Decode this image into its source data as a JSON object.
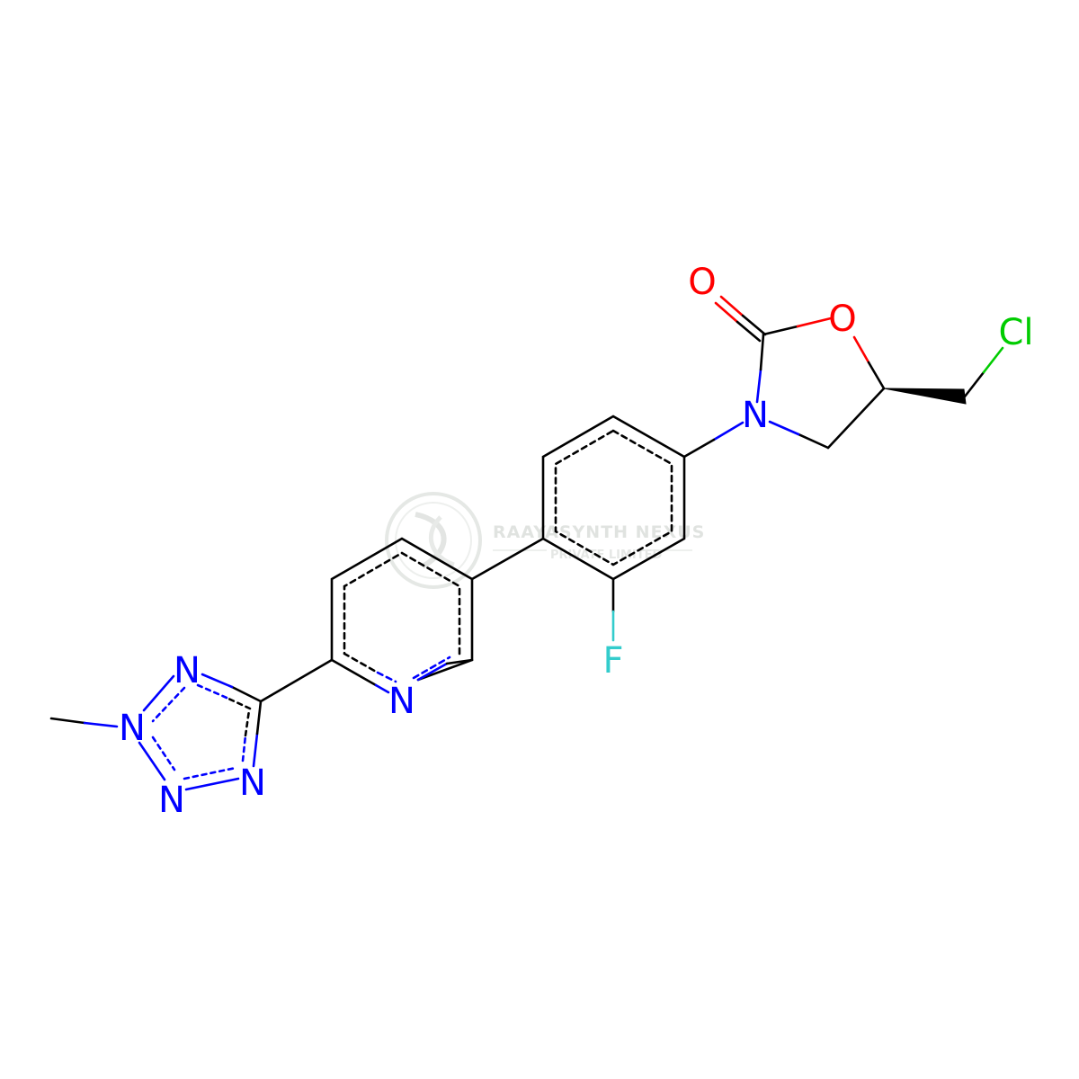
{
  "molecule": {
    "atoms": {
      "carbonyl_O": "O",
      "ring_O": "O",
      "ring_N": "N",
      "Cl": "Cl",
      "F": "F",
      "pyridine_N": "N",
      "tetrazole_N1": "N",
      "tetrazole_N2": "N",
      "tetrazole_N3": "N",
      "tetrazole_N4": "N"
    }
  },
  "watermark": {
    "name": "RAAYASYNTH NEXUS",
    "subtitle": "PRIVATE LIMITED"
  },
  "colors": {
    "bond": "#000000",
    "nitrogen": "#0000ff",
    "oxygen": "#ff0000",
    "chlorine": "#00cc00",
    "fluorine": "#33cccc",
    "watermark": "#d9dcd9"
  }
}
